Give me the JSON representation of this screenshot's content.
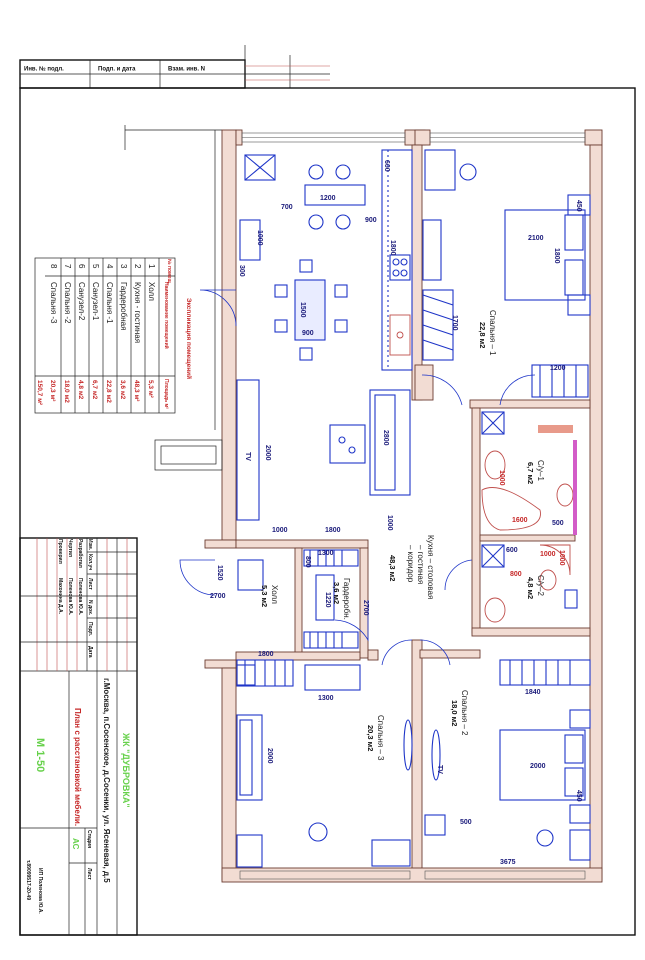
{
  "stamp": {
    "inv_no": "Инв. № подл.",
    "sign_date": "Подп. и дата",
    "replace_inv": "Взам. инв. N"
  },
  "explication": {
    "title": "Экспликация помещений",
    "headers": [
      "№ помещ.",
      "Наименование помещений",
      "Площадь м²"
    ],
    "rows": [
      {
        "no": "1",
        "name": "Холл",
        "area": "5,3 м²"
      },
      {
        "no": "2",
        "name": "Кухня - гостиная",
        "area": "48,3 м²"
      },
      {
        "no": "3",
        "name": "Гардеробная",
        "area": "3,6 м2"
      },
      {
        "no": "4",
        "name": "Спальня -1",
        "area": "22,8 м2"
      },
      {
        "no": "5",
        "name": "Санузел-1",
        "area": "6,7 м2"
      },
      {
        "no": "6",
        "name": "Санузел-2",
        "area": "4,8 м2"
      },
      {
        "no": "7",
        "name": "Спальня -2",
        "area": "18,0 м2"
      },
      {
        "no": "8",
        "name": "Спальня -3",
        "area": "20,3 м²"
      }
    ],
    "total": "150,7 м²"
  },
  "rooms": {
    "kitchen": {
      "name": "Кухня – столовая",
      "name2": "– гостиная",
      "name3": "– коридор",
      "area": "48,3 м2"
    },
    "bedroom1": {
      "name": "Спальня – 1",
      "area": "22,8 м2"
    },
    "bath1": {
      "name": "С/у–1",
      "area": "6,7 м2"
    },
    "bath2": {
      "name": "С/у–2",
      "area": "4,8 м2"
    },
    "hall": {
      "name": "Холл",
      "area": "5,3 м2"
    },
    "wardrobe": {
      "name": "Гардеробн.",
      "area": "3,6 м2"
    },
    "bedroom2": {
      "name": "Спальня – 2",
      "area": "18,0 м2"
    },
    "bedroom3": {
      "name": "Спальня – 3",
      "area": "20,3 м2"
    }
  },
  "dims": [
    "1200",
    "700",
    "900",
    "600",
    "1000",
    "300",
    "1500",
    "900",
    "1800",
    "2800",
    "2100",
    "1800",
    "450",
    "1700",
    "1200",
    "TV",
    "2000",
    "1800",
    "1000",
    "1000",
    "1520",
    "2700",
    "1300",
    "1220",
    "800",
    "2700",
    "1800",
    "1300",
    "1840",
    "500",
    "3675",
    "2000",
    "2000",
    "450",
    "1000",
    "1600",
    "800",
    "600",
    "500",
    "TV",
    "1000",
    "1000"
  ],
  "title_block": {
    "headers": [
      "Изм.",
      "Кол.уч",
      "Лист",
      "N док.",
      "Подп.",
      "Дата"
    ],
    "staff": [
      {
        "role": "Разработал",
        "name": "Поленова Ю.А."
      },
      {
        "role": "Чертил",
        "name": "Поленова Ю.А."
      },
      {
        "role": "Проверил",
        "name": "Махонина Д.А."
      }
    ],
    "project": "ЖК \"ДУБРОВКА\"",
    "address": "г.Москва, п.Сосенское, д.Сосенки, ул. Ясеневая, д.5",
    "sheet_title": "План с расстановкой мебели.",
    "stage_label": "Стадия",
    "sheet_label": "Лист",
    "stage": "АС",
    "scale": "М 1-50",
    "company": "ИП Поленова Ю.А.",
    "phone": "т.89099517-20-49"
  },
  "colors": {
    "wall": "#f2dcd3",
    "furniture": "#1e35c8",
    "plumbing": "#c0504d",
    "accent_green": "#66d14a",
    "accent_red": "#c62828"
  }
}
